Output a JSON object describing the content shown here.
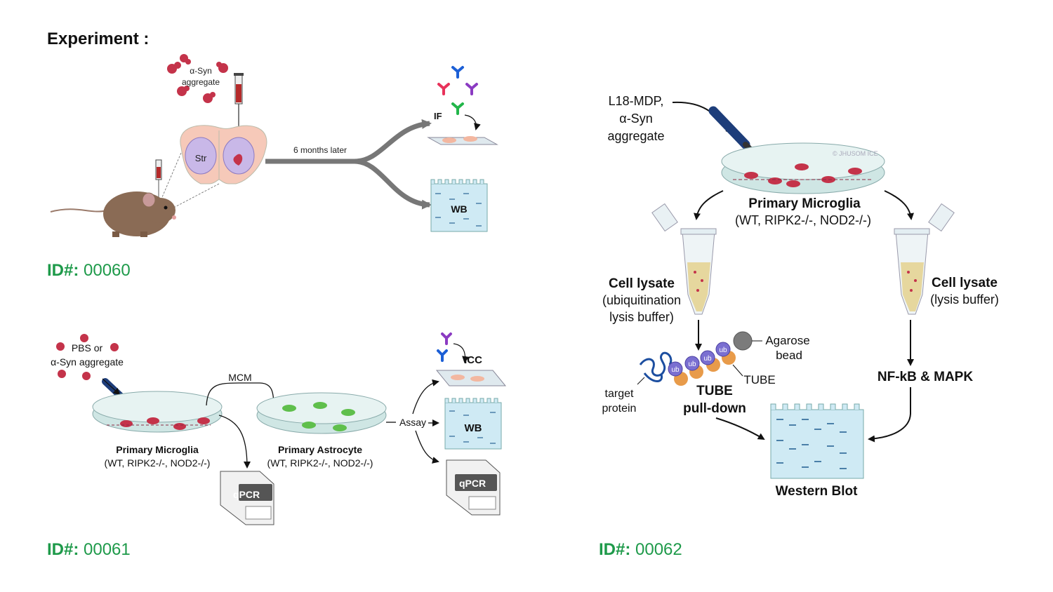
{
  "page": {
    "title": "Experiment :"
  },
  "exp60": {
    "id_prefix": "ID#:",
    "id_value": "00060",
    "injection_label_1": "α-Syn",
    "injection_label_2": "aggregate",
    "region_label": "Str",
    "time_label": "6 months later",
    "if_label": "IF",
    "wb_label": "WB"
  },
  "exp61": {
    "id_prefix": "ID#:",
    "id_value": "00061",
    "treatment_label_1": "PBS or",
    "treatment_label_2": "α-Syn aggregate",
    "mcm_label": "MCM",
    "assay_label": "Assay",
    "microglia_title": "Primary Microglia",
    "microglia_genotypes": "(WT, RIPK2-/-, NOD2-/-)",
    "astrocyte_title": "Primary Astrocyte",
    "astrocyte_genotypes": "(WT, RIPK2-/-, NOD2-/-)",
    "icc_label": "ICC",
    "wb_label": "WB",
    "qpcr_label": "qPCR",
    "qpcr_label_2": "qPCR"
  },
  "exp62": {
    "id_prefix": "ID#:",
    "id_value": "00062",
    "stimulus_1": "L18-MDP,",
    "stimulus_2": "α-Syn",
    "stimulus_3": "aggregate",
    "microglia_title": "Primary Microglia",
    "microglia_genotypes": "(WT, RIPK2-/-, NOD2-/-)",
    "lysate_left_title": "Cell lysate",
    "lysate_left_sub1": "(ubiquitination",
    "lysate_left_sub2": "lysis buffer)",
    "lysate_right_title": "Cell lysate",
    "lysate_right_sub": "(lysis buffer)",
    "agarose_1": "Agarose",
    "agarose_2": "bead",
    "tube_label": "TUBE",
    "target_1": "target",
    "target_2": "protein",
    "pulldown_1": "TUBE",
    "pulldown_2": "pull-down",
    "pathway_label": "NF-kB & MAPK",
    "western_label": "Western Blot",
    "ub_label": "ub",
    "watermark": "© JHUSOM ICE"
  },
  "colors": {
    "id_green": "#1e9a4a",
    "dish_fill": "#cfe6e4",
    "cell_red": "#c4334a",
    "astro_green": "#5fbf4c",
    "gel_blue": "#cfeaf4",
    "arrow_gray": "#777777"
  }
}
